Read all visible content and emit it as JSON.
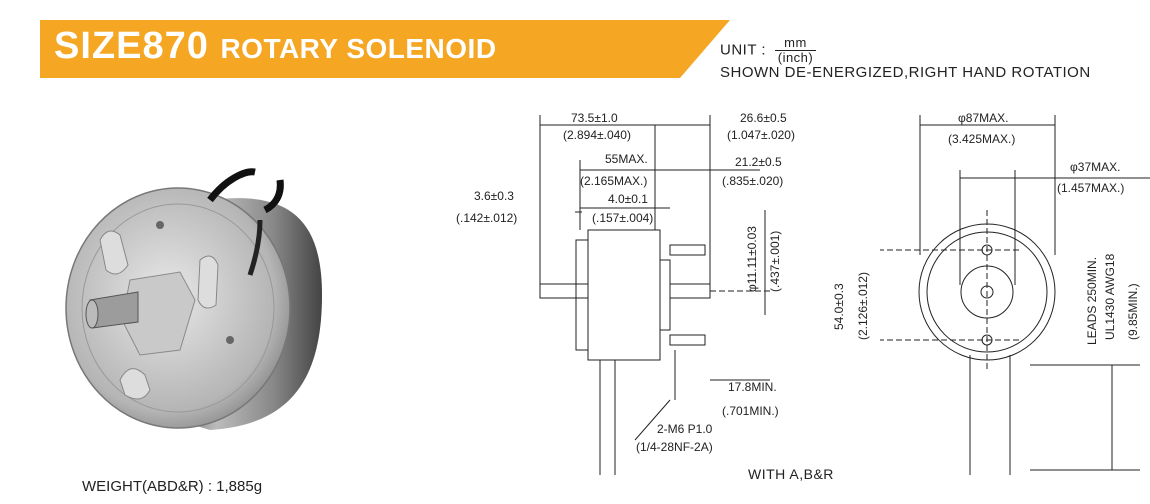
{
  "header": {
    "model": "SIZE870",
    "product": "ROTARY SOLENOID",
    "unit_label": "UNIT :",
    "unit_num": "mm",
    "unit_den": "(inch)",
    "shown_note": "SHOWN DE-ENERGIZED,RIGHT HAND ROTATION"
  },
  "colors": {
    "banner": "#f5a623"
  },
  "photo": {
    "icon": "solenoid-photo"
  },
  "weight": "WEIGHT(ABD&R) : 1,885g",
  "side_view": {
    "d1": "73.5±1.0",
    "d1_in": "(2.894±.040)",
    "d2": "26.6±0.5",
    "d2_in": "(1.047±.020)",
    "d3": "55MAX.",
    "d3_in": "(2.165MAX.)",
    "d4": "21.2±0.5",
    "d4_in": "(.835±.020)",
    "d5": "3.6±0.3",
    "d5_in": "(.142±.012)",
    "d6": "4.0±0.1",
    "d6_in": "(.157±.004)",
    "shaft": "φ11.11±0.03",
    "shaft_in": "(.437±.001)",
    "d7": "17.8MIN.",
    "d7_in": "(.701MIN.)",
    "thread": "2-M6 P1.0",
    "thread_in": "(1/4-28NF-2A)"
  },
  "front_view": {
    "od": "φ87MAX.",
    "od_in": "(3.425MAX.)",
    "boss": "φ37MAX.",
    "boss_in": "(1.457MAX.)",
    "pitch": "54.0±0.3",
    "pitch_in": "(2.126±.012)",
    "leads1": "LEADS 250MIN.",
    "leads2": "UL1430 AWG18",
    "leads_in": "(9.85MIN.)"
  },
  "caption": "WITH A,B&R"
}
